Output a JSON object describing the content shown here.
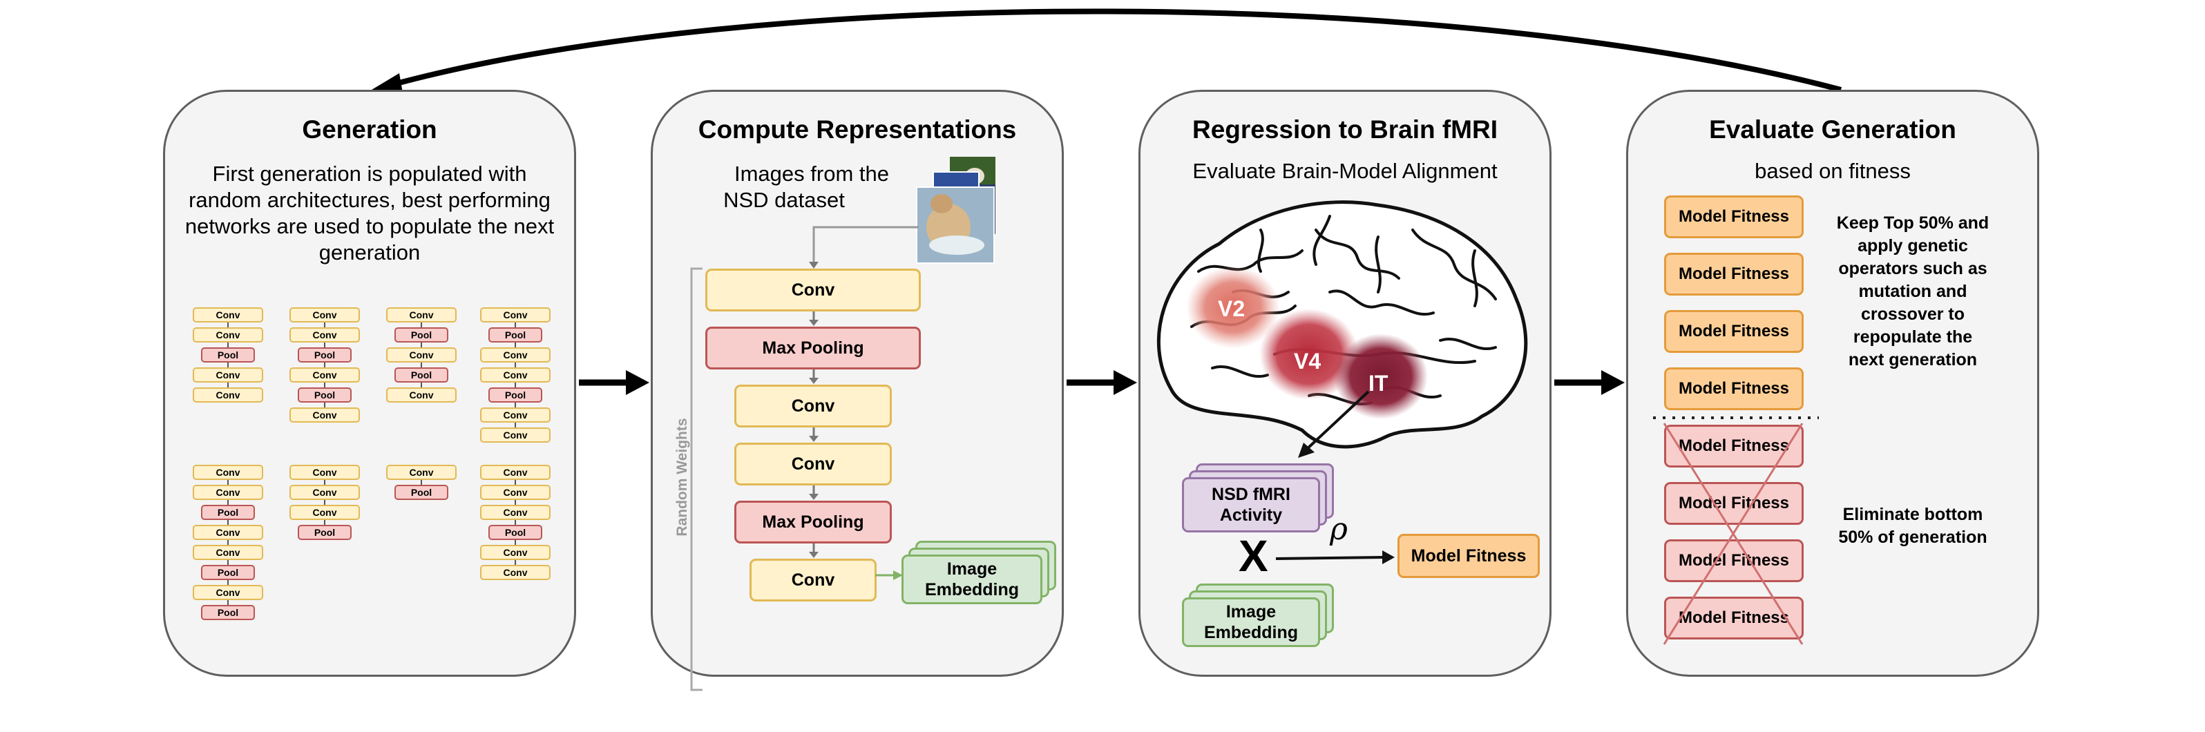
{
  "colors": {
    "panel_bg": "#f4f4f4",
    "conv_fill": "#fff2cc",
    "pool_fill": "#f8cecc",
    "embedding_fill": "#d5e8d4",
    "fmri_fill": "#e1d5e7",
    "fitness_fill": "#fdcf97"
  },
  "panels": [
    {
      "title": "Generation",
      "text": [
        "First generation is populated with",
        "random architectures, best performing",
        "networks are used to populate the next",
        "generation"
      ]
    },
    {
      "title": "Compute Representations",
      "images_text": [
        "Images from the",
        "NSD dataset"
      ],
      "side_label": "Random Weights",
      "layers": [
        "Conv",
        "Max Pooling",
        "Conv",
        "Conv",
        "Max Pooling",
        "Conv"
      ],
      "embedding": [
        "Image",
        "Embedding"
      ]
    },
    {
      "title": "Regression to Brain fMRI",
      "subtitle": "Evaluate Brain-Model Alignment",
      "regions": [
        "V2",
        "V4",
        "IT"
      ],
      "fmri": [
        "NSD fMRI",
        "Activity"
      ],
      "embedding": [
        "Image",
        "Embedding"
      ],
      "multiply": "X",
      "rho": "ρ",
      "fitness": "Model Fitness"
    },
    {
      "title": "Evaluate Generation",
      "subtitle": "based on fitness",
      "fitness_label": "Model Fitness",
      "keep_text": [
        "Keep Top 50% and",
        "apply genetic",
        "operators such as",
        "mutation and",
        "crossover to",
        "repopulate the",
        "next generation"
      ],
      "eliminate_text": [
        "Eliminate bottom",
        "50% of generation"
      ]
    }
  ],
  "architectures": [
    [
      "Conv",
      "Conv",
      "Pool",
      "Conv",
      "Conv"
    ],
    [
      "Conv",
      "Conv",
      "Pool",
      "Conv",
      "Pool",
      "Conv"
    ],
    [
      "Conv",
      "Pool",
      "Conv",
      "Pool",
      "Conv"
    ],
    [
      "Conv",
      "Pool",
      "Conv",
      "Conv",
      "Pool",
      "Conv",
      "Conv"
    ],
    [
      "Conv",
      "Conv",
      "Pool",
      "Conv",
      "Conv",
      "Pool",
      "Conv",
      "Pool"
    ],
    [
      "Conv",
      "Conv",
      "Conv",
      "Pool"
    ],
    [
      "Conv",
      "Pool"
    ],
    [
      "Conv",
      "Conv",
      "Conv",
      "Pool",
      "Conv",
      "Conv"
    ]
  ]
}
